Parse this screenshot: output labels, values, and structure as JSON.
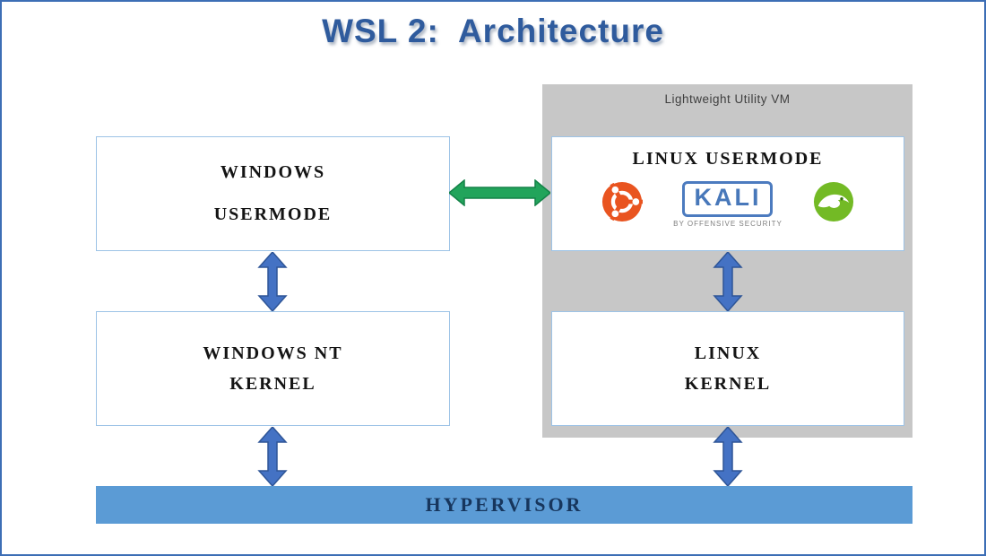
{
  "title": "WSL 2:  Architecture",
  "diagram": {
    "vm_container_label": "Lightweight Utility VM",
    "windows_usermode": {
      "line1": "WINDOWS",
      "line2": "USERMODE"
    },
    "windows_nt_kernel": {
      "line1": "WINDOWS NT",
      "line2": "KERNEL"
    },
    "linux_usermode": {
      "title": "LINUX USERMODE"
    },
    "linux_kernel": {
      "line1": "LINUX",
      "line2": "KERNEL"
    },
    "hypervisor_label": "HYPERVISOR",
    "kali": {
      "label": "KALI",
      "subtitle": "BY OFFENSIVE SECURITY"
    },
    "icons": {
      "ubuntu": "ubuntu-logo",
      "kali": "kali-logo",
      "opensuse": "opensuse-logo"
    }
  },
  "colors": {
    "border_blue": "#3d6eb5",
    "title_blue": "#2f5b9d",
    "box_border": "#9dc3e6",
    "arrow_blue": "#4472c4",
    "arrow_green": "#22a45b",
    "hypervisor_fill": "#5b9bd5",
    "hypervisor_text": "#17365d",
    "vm_fill": "#c7c7c7",
    "ubuntu_orange": "#e95420",
    "suse_green": "#73ba25",
    "kali_blue": "#4878ba"
  }
}
